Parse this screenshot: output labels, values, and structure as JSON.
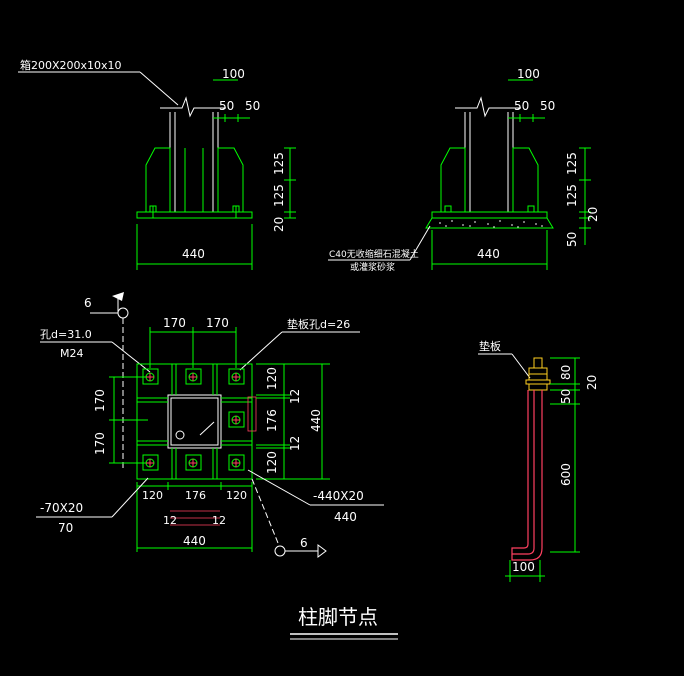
{
  "drawing": {
    "title": "柱脚节点",
    "colors": {
      "background": "#000000",
      "dimension": "#00ff00",
      "plate": "#00ff00",
      "column": "#ffffff",
      "text": "#ffffff",
      "anchor": "#ff4060",
      "bolt": "#ffd020",
      "leader": "#ffffff"
    },
    "elevation_left": {
      "column_label": "箱200X200x10x10",
      "dim_top": "100",
      "dim_50a": "50",
      "dim_50b": "50",
      "dim_125a": "125",
      "dim_125b": "125",
      "dim_20": "20",
      "dim_width": "440"
    },
    "elevation_right": {
      "dim_top": "100",
      "dim_50a": "50",
      "dim_50b": "50",
      "dim_125a": "125",
      "dim_125b": "125",
      "dim_20": "20",
      "dim_50": "50",
      "dim_width": "440",
      "grout_note_1": "C40无收缩细石混凝土",
      "grout_note_2": "或灌浆砂浆"
    },
    "plan": {
      "section_mark_top": "6",
      "hole_label": "孔d=31.0",
      "bolt_label": "M24",
      "washer_hole_label": "垫板孔d=26",
      "dim_top_1": "170",
      "dim_top_2": "170",
      "dim_left_1": "170",
      "dim_left_2": "170",
      "dim_right_120a": "120",
      "dim_right_12a": "12",
      "dim_right_176": "176",
      "dim_right_12b": "12",
      "dim_right_120b": "120",
      "dim_right_440": "440",
      "dim_bottom_120a": "120",
      "dim_bottom_176": "176",
      "dim_bottom_120b": "120",
      "dim_bottom_12a": "12",
      "dim_bottom_12b": "12",
      "dim_bottom_440": "440",
      "shear_key_label": "-70X20",
      "shear_key_length": "70",
      "base_plate_label": "-440X20",
      "base_plate_length": "440",
      "section_mark_bottom": "6"
    },
    "anchor_detail": {
      "washer_label": "垫板",
      "dim_80": "80",
      "dim_20": "20",
      "dim_50": "50",
      "dim_600": "600",
      "dim_100": "100"
    }
  }
}
